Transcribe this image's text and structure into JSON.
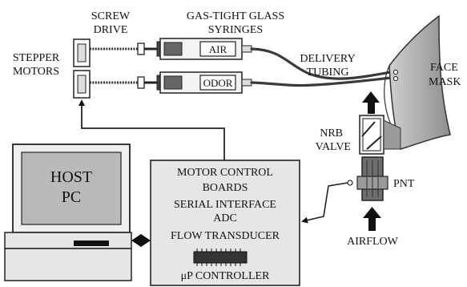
{
  "labels": {
    "screw_drive": [
      "SCREW",
      "DRIVE"
    ],
    "syringes": [
      "GAS-TIGHT GLASS",
      "SYRINGES"
    ],
    "stepper_motors": [
      "STEPPER",
      "MOTORS"
    ],
    "air": "AIR",
    "odor": "ODOR",
    "delivery_tubing": [
      "DELIVERY",
      "TUBING"
    ],
    "face_mask": [
      "FACE",
      "MASK"
    ],
    "nrb_valve": [
      "NRB",
      "VALVE"
    ],
    "pnt": "PNT",
    "airflow": "AIRFLOW",
    "host_pc": [
      "HOST",
      "PC"
    ],
    "controller_box": [
      "MOTOR CONTROL",
      "BOARDS",
      "SERIAL INTERFACE",
      "ADC",
      "FLOW TRANSDUCER",
      "μP CONTROLLER"
    ]
  }
}
